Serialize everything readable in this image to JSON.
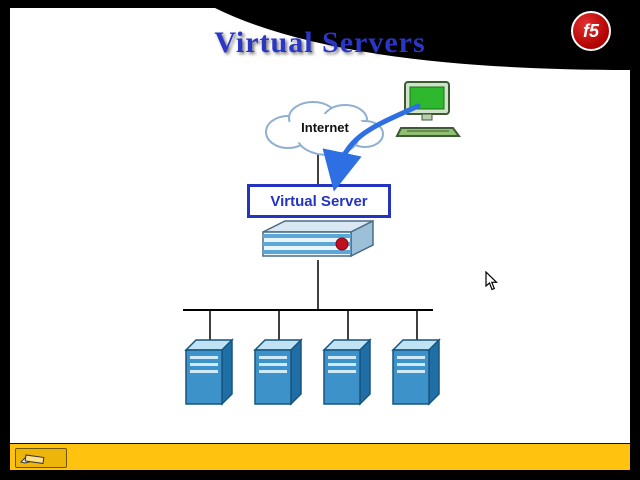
{
  "slide": {
    "title": "Virtual Servers",
    "cloud_label": "Internet",
    "virtual_server_label": "Virtual Server",
    "logo_text": "f5",
    "server_count": 4
  },
  "colors": {
    "title_blue": "#2936c6",
    "box_border_blue": "#2335c0",
    "arrow_blue": "#2f6fe4",
    "tower_front": "#3d93c9",
    "tower_top": "#bfe2f4",
    "tower_side": "#1f6ea6",
    "statusbar_yellow": "#ffc20e",
    "logo_red": "#b00000",
    "swoosh_black": "#000000"
  },
  "icons": {
    "pencil": "✎"
  }
}
